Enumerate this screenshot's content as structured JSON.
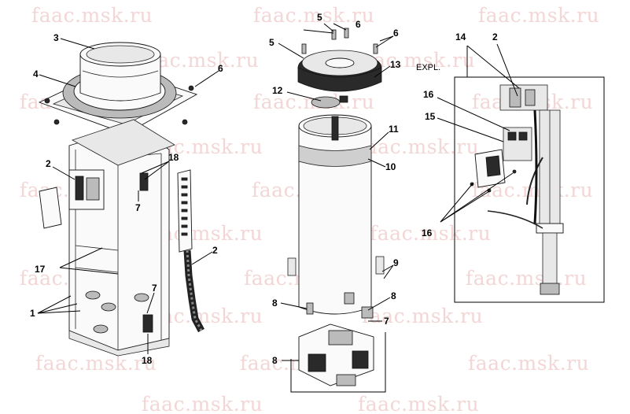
{
  "watermark": "faac.msk.ru",
  "callouts": {
    "left": {
      "c3": "3",
      "c4": "4",
      "c6": "6",
      "c2a": "2",
      "c18a": "18",
      "c7": "7",
      "c17": "17",
      "c2b": "2",
      "c1": "1",
      "c7b": "7",
      "c18b": "18"
    },
    "middle": {
      "c5a": "5",
      "c6a": "6",
      "c6b": "6",
      "c5b": "5",
      "c13": "13",
      "c12": "12",
      "c11": "11",
      "c10": "10",
      "c9": "9",
      "c8a": "8",
      "c8b": "8",
      "c7": "7",
      "c8c": "8"
    },
    "right": {
      "c14": "14",
      "c2": "2",
      "expl": "EXPL.",
      "c16a": "16",
      "c15": "15",
      "c16b": "16"
    }
  }
}
